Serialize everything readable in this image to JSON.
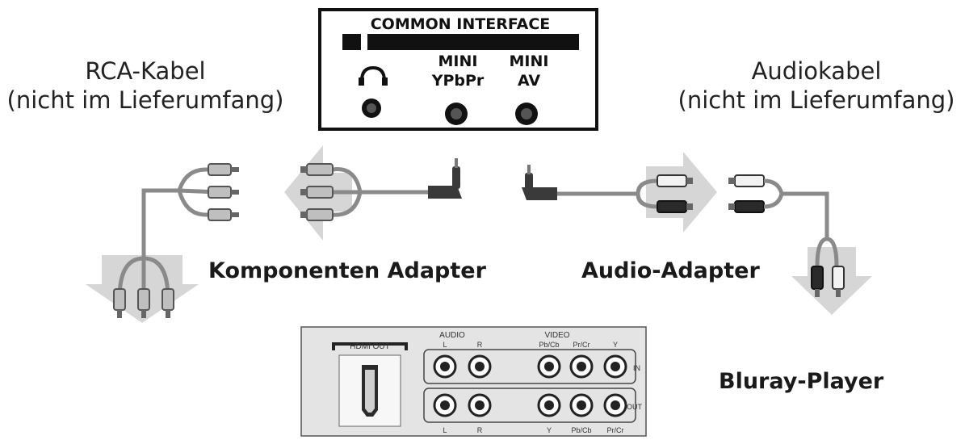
{
  "ci_panel": {
    "title": "COMMON INTERFACE",
    "port_mini_1": "MINI",
    "port_ypbpr": "YPbPr",
    "port_mini_2": "MINI",
    "port_av": "AV"
  },
  "labels": {
    "rca_cable": "RCA-Kabel",
    "rca_note": "(nicht im Lieferumfang)",
    "audio_cable": "Audiokabel",
    "audio_note": "(nicht im Lieferumfang)",
    "component_adapter": "Komponenten Adapter",
    "audio_adapter": "Audio-Adapter",
    "bluray_player": "Bluray-Player"
  },
  "player_panel": {
    "hdmi_out": "HDMI OUT",
    "audio": "AUDIO",
    "video": "VIDEO",
    "in_row": [
      "L",
      "R",
      "Pb/Cb",
      "Pr/Cr",
      "Y"
    ],
    "in_label": "IN",
    "out_row": [
      "L",
      "R",
      "Y",
      "Pb/Cb",
      "Pr/Cr"
    ],
    "out_label": "OUT"
  },
  "colors": {
    "arrow": "#d4d4d4",
    "cable": "#8a8a8a",
    "jack_dark": "#2a2a2a",
    "plug_white": "#f2f2f2"
  }
}
